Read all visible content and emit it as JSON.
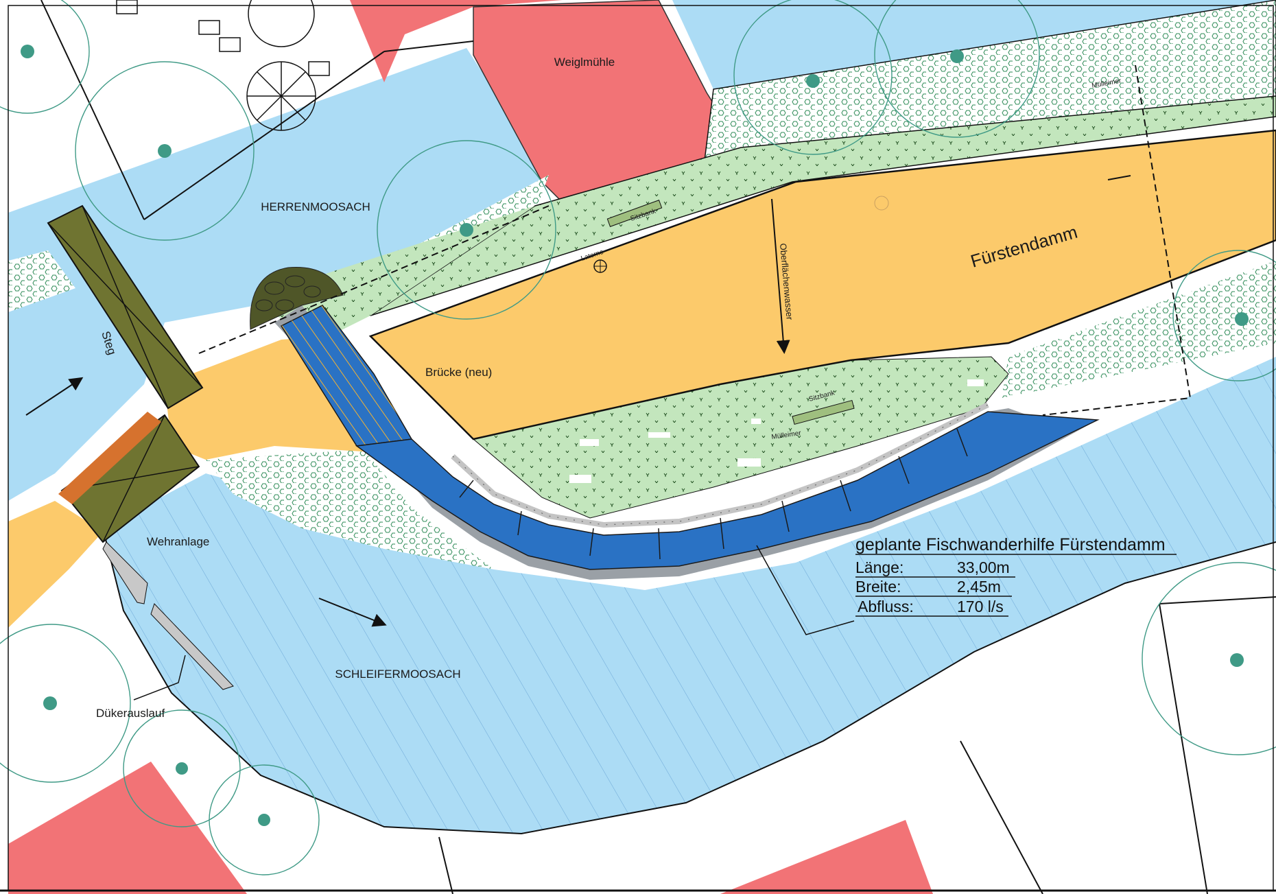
{
  "labels": {
    "weiglmuehle": "Weiglmühle",
    "herrenmoosach": "HERRENMOOSACH",
    "steg": "Steg",
    "bruecke": "Brücke (neu)",
    "fuerstendamm": "Fürstendamm",
    "oberflaechenwasser": "Oberflächenwasser",
    "wehranlage": "Wehranlage",
    "schleifermoosach": "SCHLEIFERMOOSACH",
    "duekerauslauf": "Dükerauslauf",
    "sitzbank_1": "Sitzbank",
    "sitzbank_2": "Sitzbank",
    "laterne": "Laterne",
    "muelleimer_1": "Mülleimer",
    "muelleimer_2": "Mülleimer"
  },
  "legend": {
    "title": "geplante Fischwanderhilfe Fürstendamm",
    "rows": [
      {
        "key": "Länge:",
        "value": "33,00m"
      },
      {
        "key": "Breite:",
        "value": "2,45m"
      },
      {
        "key": "Abfluss:",
        "value": "170 l/s"
      }
    ]
  },
  "colors": {
    "water": "#acdcf5",
    "fishpass": "#2a72c4",
    "building": "#f27376",
    "dam": "#fcca6b",
    "meadow": "#c3e6bd",
    "steg": "#6f7431",
    "orange": "#d6722e",
    "stone": "#4f5628",
    "tree": "#3f9a86"
  }
}
